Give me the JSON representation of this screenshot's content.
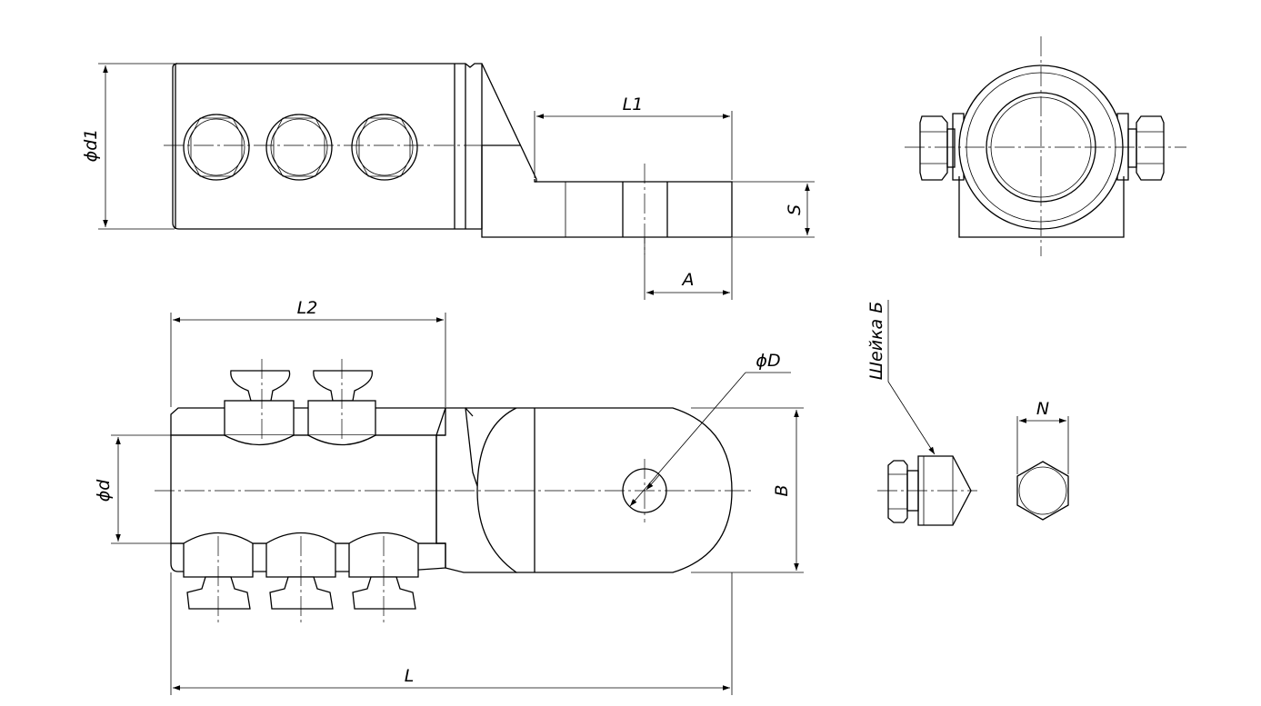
{
  "labels": {
    "d1": "ϕd1",
    "l1": "L1",
    "s": "S",
    "a": "A",
    "l2": "L2",
    "phi_D": "ϕD",
    "d": "ϕd",
    "b": "B",
    "l": "L",
    "neck": "Шейка Б",
    "n": "N"
  },
  "colors": {
    "line": "#000000",
    "background": "#ffffff"
  }
}
